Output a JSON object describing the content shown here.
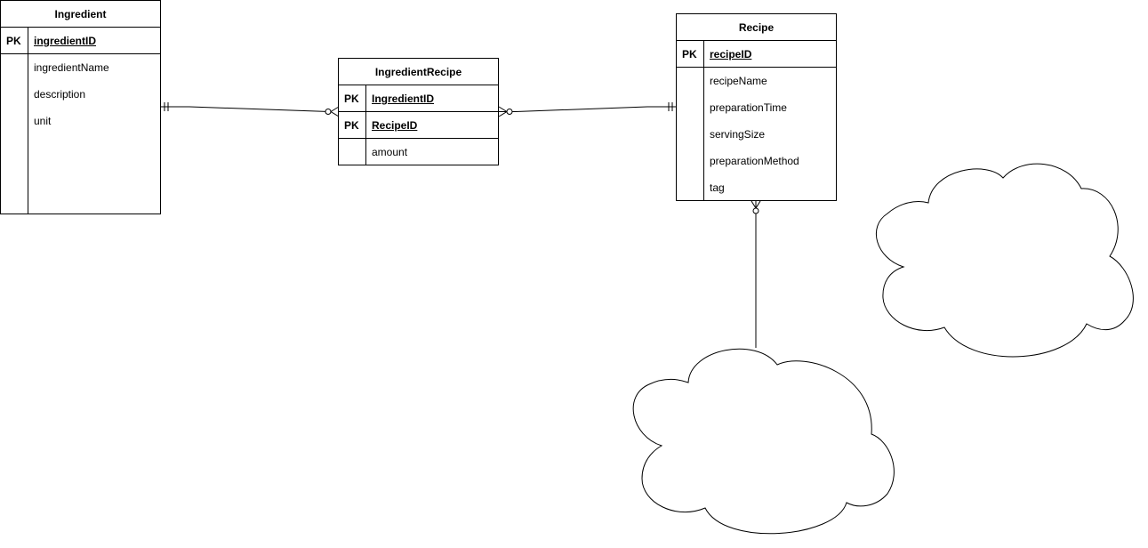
{
  "entities": {
    "ingredient": {
      "title": "Ingredient",
      "pk_label": "PK",
      "pk_field": "ingredientID",
      "attributes": [
        "ingredientName",
        "description",
        "unit"
      ]
    },
    "ingredient_recipe": {
      "title": "IngredientRecipe",
      "pk_label_1": "PK",
      "pk_field_1": "IngredientID",
      "pk_label_2": "PK",
      "pk_field_2": "RecipeID",
      "attributes": [
        "amount"
      ]
    },
    "recipe": {
      "title": "Recipe",
      "pk_label": "PK",
      "pk_field": "recipeID",
      "attributes": [
        "recipeName",
        "preparationTime",
        "servingSize",
        "preparationMethod",
        "tag"
      ]
    }
  },
  "relationships": [
    {
      "from": "Ingredient",
      "to": "IngredientRecipe",
      "from_cardinality": "one-and-only-one",
      "to_cardinality": "zero-or-many"
    },
    {
      "from": "IngredientRecipe",
      "to": "Recipe",
      "from_cardinality": "zero-or-many",
      "to_cardinality": "one-and-only-one"
    },
    {
      "from": "Recipe",
      "to": "cloud",
      "from_cardinality": "zero-or-many",
      "to_cardinality": "none"
    }
  ],
  "shapes": [
    "cloud",
    "cloud"
  ],
  "colors": {
    "stroke": "#000000",
    "fill": "#ffffff"
  }
}
